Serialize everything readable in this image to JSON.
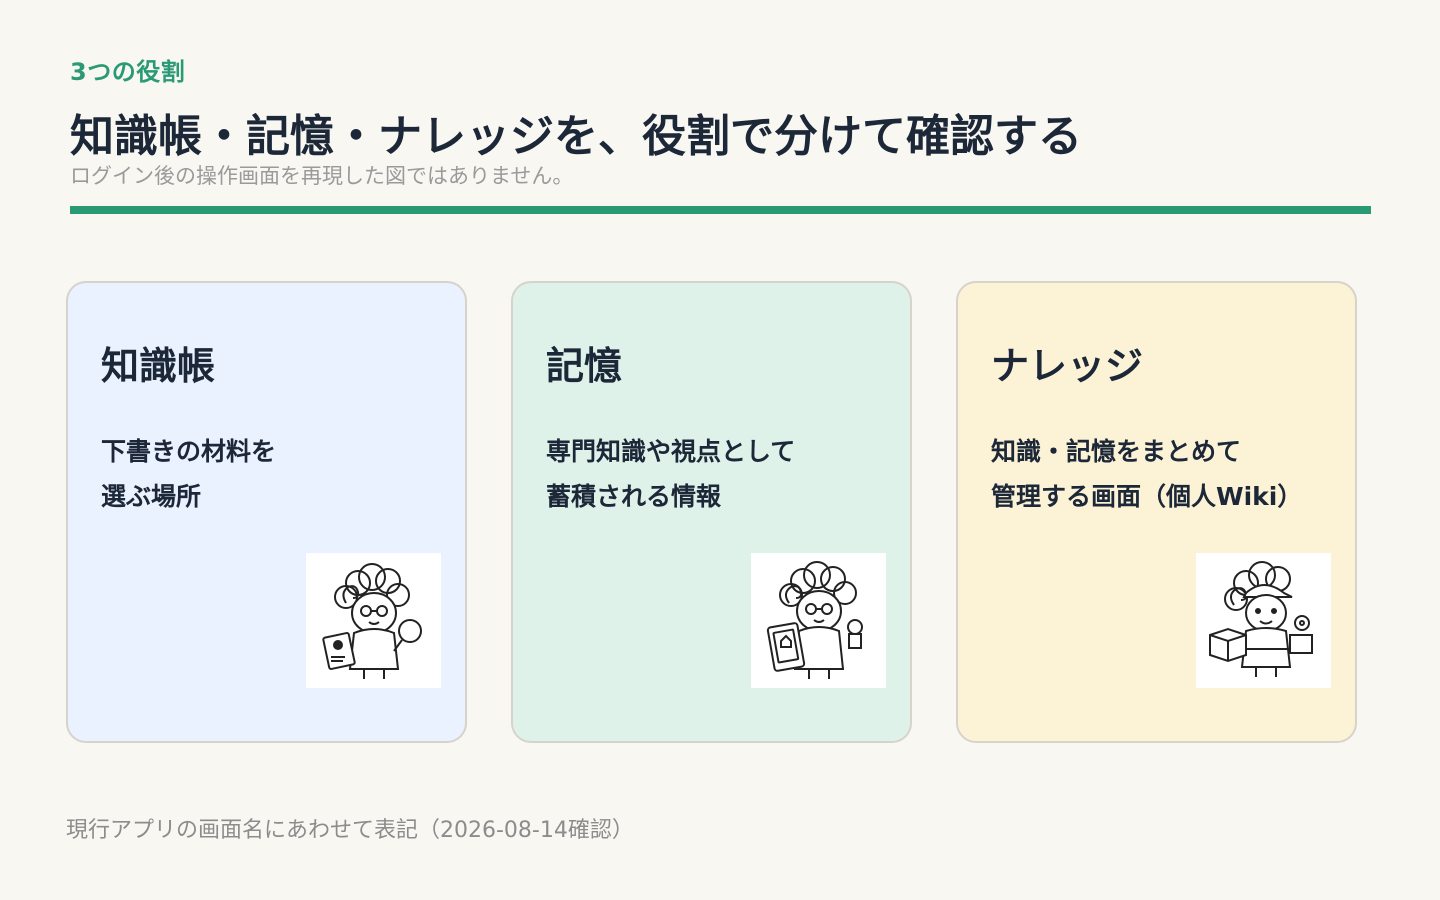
{
  "header": {
    "eyebrow": "3つの役割",
    "title": "知識帳・記憶・ナレッジを、役割で分けて確認する",
    "subtitle": "ログイン後の操作画面を再現した図ではありません。"
  },
  "cards": [
    {
      "title": "知識帳",
      "desc_line1": "下書きの材料を",
      "desc_line2": "選ぶ場所",
      "bg": "#eaf1ff",
      "icon": "researcher-with-documents-and-magnifier-icon"
    },
    {
      "title": "記憶",
      "desc_line1": "専門知識や視点として",
      "desc_line2": "蓄積される情報",
      "bg": "#dff2ea",
      "icon": "researcher-with-tablet-icon"
    },
    {
      "title": "ナレッジ",
      "desc_line1": "知識・記憶をまとめて",
      "desc_line2": "管理する画面（個人Wiki）",
      "bg": "#fcf3d6",
      "icon": "worker-with-boxes-icon"
    }
  ],
  "footer": {
    "note": "現行アプリの画面名にあわせて表記（2026-08-14確認）"
  },
  "colors": {
    "accent": "#2a9a75",
    "background": "#f8f7f2",
    "text": "#1c2738",
    "muted": "#9a9a9a"
  }
}
